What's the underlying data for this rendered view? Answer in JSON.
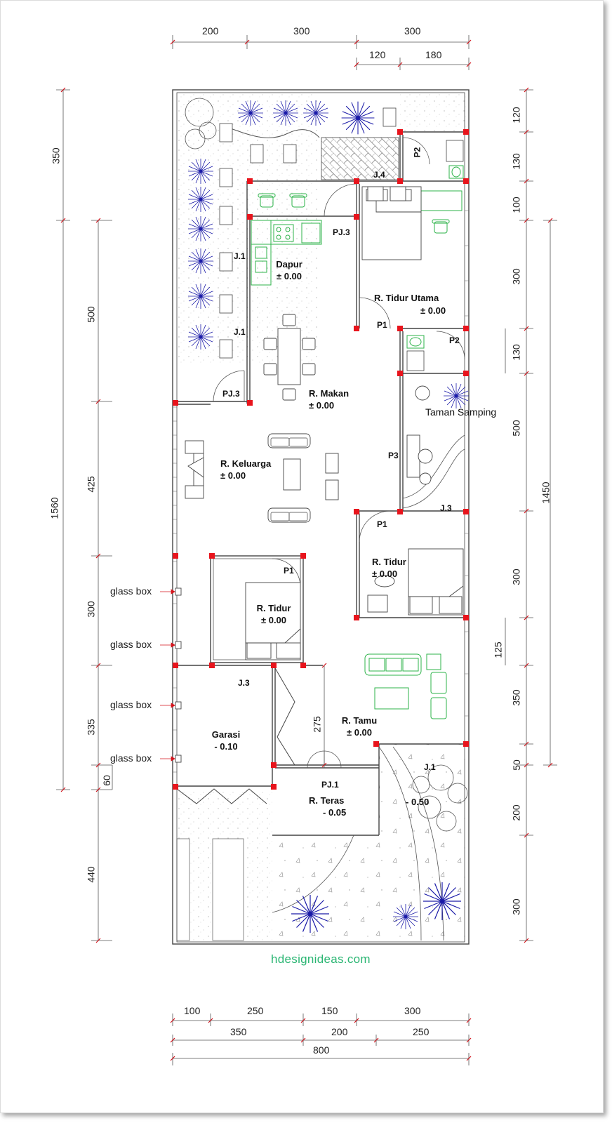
{
  "watermark": "hdesignideas.com",
  "rooms": {
    "dapur": {
      "name": "Dapur",
      "level": "± 0.00"
    },
    "tidur_utama": {
      "name": "R. Tidur Utama",
      "level": "± 0.00"
    },
    "makan": {
      "name": "R. Makan",
      "level": "± 0.00"
    },
    "taman_samping": {
      "name": "Taman Samping"
    },
    "keluarga": {
      "name": "R. Keluarga",
      "level": "± 0.00"
    },
    "tidur_kanan": {
      "name": "R. Tidur",
      "level": "± 0.00"
    },
    "tidur_kiri": {
      "name": "R. Tidur",
      "level": "± 0.00"
    },
    "garasi": {
      "name": "Garasi",
      "level": "- 0.10"
    },
    "tamu": {
      "name": "R. Tamu",
      "level": "± 0.00"
    },
    "teras": {
      "name": "R. Teras",
      "level": "- 0.05"
    },
    "taman_depan": {
      "level": "- 0.50"
    }
  },
  "openings": {
    "j4": "J.4",
    "p2_top": "P2",
    "pj3_top": "PJ.3",
    "j1_a": "J.1",
    "j1_b": "J.1",
    "p1_master": "P1",
    "p2_mid": "P2",
    "pj3_left": "PJ.3",
    "p3": "P3",
    "j3_right": "J.3",
    "p1_right": "P1",
    "p1_left": "P1",
    "j3_left": "J.3",
    "dim_275": "275",
    "pj1": "PJ.1",
    "j1_front": "J.1"
  },
  "glass_boxes": [
    "glass box",
    "glass box",
    "glass box",
    "glass box"
  ],
  "dimensions": {
    "top_row1": [
      "200",
      "300",
      "300"
    ],
    "top_row2": [
      "120",
      "180"
    ],
    "bottom_row1": [
      "100",
      "250",
      "150",
      "300"
    ],
    "bottom_row2": [
      "350",
      "200",
      "250"
    ],
    "bottom_total": "800",
    "left_outer": [
      "350",
      "1560"
    ],
    "left_inner": [
      "500",
      "425",
      "300",
      "335",
      "60",
      "440"
    ],
    "right_inner": [
      "120",
      "130",
      "100",
      "300",
      "130",
      "500",
      "300",
      "125",
      "350",
      "50",
      "200",
      "300"
    ],
    "right_outer": "1450"
  },
  "colors": {
    "wall": "#444444",
    "column": "#e8141c",
    "furniture_green": "#2db34a",
    "plant_blue": "#1a1aa8",
    "watermark": "#2bb673"
  }
}
